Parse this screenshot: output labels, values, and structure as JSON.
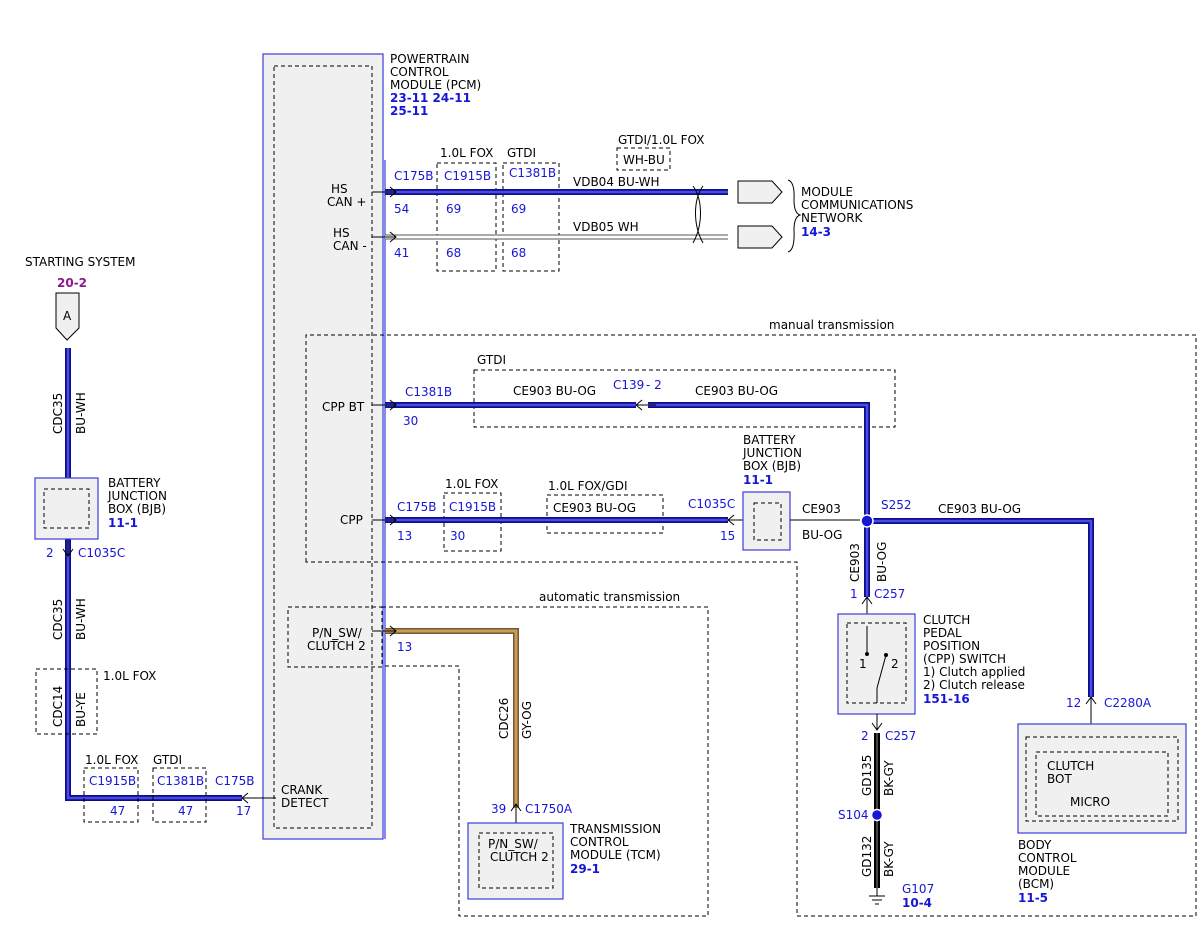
{
  "starting_system": {
    "label": "STARTING SYSTEM",
    "ref": "20-2",
    "conn": "A"
  },
  "pcm": {
    "name": [
      "POWERTRAIN",
      "CONTROL",
      "MODULE (PCM)"
    ],
    "ref1": "23-11 24-11",
    "ref2": "25-11",
    "pins": {
      "hs_can_p": [
        "HS",
        "CAN +"
      ],
      "hs_can_m": [
        "HS",
        "CAN -"
      ],
      "cpp_bt": "CPP BT",
      "cpp": "CPP",
      "pn_sw": [
        "P/N_SW/",
        "CLUTCH 2"
      ],
      "crank": [
        "CRANK",
        "DETECT"
      ]
    }
  },
  "can": {
    "c175b": "C175B",
    "c1915b": "C1915B",
    "c1381b": "C1381B",
    "fox_lbl": "1.0L FOX",
    "gtdi_lbl": "GTDI",
    "pin54": "54",
    "pin69a": "69",
    "pin69b": "69",
    "pin41": "41",
    "pin68a": "68",
    "pin68b": "68",
    "wire1": "VDB04  BU-WH",
    "wire2": "VDB05  WH",
    "option_lbl": "GTDI/1.0L FOX",
    "option_wire": "WH-BU",
    "mcn": [
      "MODULE",
      "COMMUNICATIONS",
      "NETWORK"
    ],
    "mcn_ref": "14-3"
  },
  "manual_lbl": "manual transmission",
  "automatic_lbl": "automatic transmission",
  "cpp_bt": {
    "gtdi_lbl": "GTDI",
    "c1381b": "C1381B",
    "pin30": "30",
    "wire_a": "CE903  BU-OG",
    "c139": "C139",
    "c139_pin": "-  2",
    "wire_b": "CE903  BU-OG"
  },
  "cpp": {
    "c175b": "C175B",
    "c1915b": "C1915B",
    "fox_lbl": "1.0L FOX",
    "pin13": "13",
    "pin30": "30",
    "gdi_lbl": "1.0L FOX/GDI",
    "wire": "CE903    BU-OG",
    "c1035c": "C1035C",
    "pin15": "15"
  },
  "bjb2": {
    "name": [
      "BATTERY",
      "JUNCTION",
      "BOX (BJB)"
    ],
    "ref": "11-1",
    "wire_a": "CE903",
    "wire_b": "BU-OG"
  },
  "s252": {
    "label": "S252",
    "wire": "CE903   BU-OG"
  },
  "cpp_switch": {
    "wire_a": "CE903",
    "wire_b": "BU-OG",
    "pin1": "1",
    "c257": "C257",
    "name": [
      "CLUTCH",
      "PEDAL",
      "POSITION",
      "(CPP) SWITCH",
      "1) Clutch applied",
      "2) Clutch release"
    ],
    "ref": "151-16",
    "sw1": "1",
    "sw2": "2",
    "pin2": "2",
    "c257b": "C257"
  },
  "ground": {
    "wire1_a": "GD135",
    "wire1_b": "BK-GY",
    "s104": "S104",
    "wire2_a": "GD132",
    "wire2_b": "BK-GY",
    "g107": "G107",
    "ref": "10-4"
  },
  "bcm": {
    "pin12": "12",
    "c2280a": "C2280A",
    "inner1": "CLUTCH",
    "inner2": "BOT",
    "inner3": "MICRO",
    "name": [
      "BODY",
      "CONTROL",
      "MODULE",
      "(BCM)"
    ],
    "ref": "11-5"
  },
  "left": {
    "wire1_a": "CDC35",
    "wire1_b": "BU-WH",
    "bjb": [
      "BATTERY",
      "JUNCTION",
      "BOX (BJB)"
    ],
    "bjb_ref": "11-1",
    "pin2": "2",
    "c1035c": "C1035C",
    "wire2_a": "CDC35",
    "wire2_b": "BU-WH",
    "fox_lbl": "1.0L FOX",
    "wire3_a": "CDC14",
    "wire3_b": "BU-YE",
    "fox2": "1.0L FOX",
    "gtdi": "GTDI",
    "c1915b": "C1915B",
    "c1381b": "C1381B",
    "c175b": "C175B",
    "p47a": "47",
    "p47b": "47",
    "p17": "17"
  },
  "pn": {
    "pin13": "13",
    "wire_a": "CDC26",
    "wire_b": "GY-OG",
    "pin39": "39",
    "c1750a": "C1750A",
    "inner": [
      "P/N_SW/",
      "CLUTCH 2"
    ],
    "name": [
      "TRANSMISSION",
      "CONTROL",
      "MODULE (TCM)"
    ],
    "ref": "29-1"
  }
}
